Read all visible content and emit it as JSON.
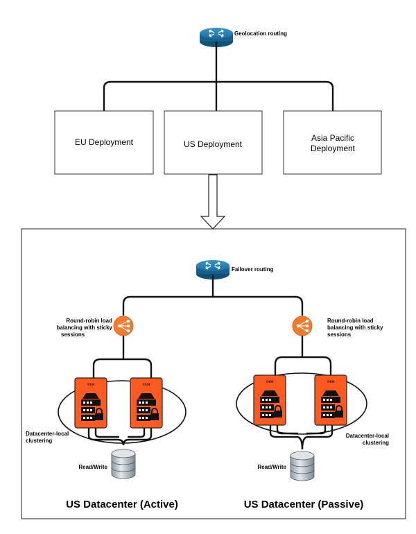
{
  "top": {
    "router_label": "Geolocation routing"
  },
  "deployments": {
    "eu": "EU Deployment",
    "us": "US Deployment",
    "apac_line1": "Asia Pacific",
    "apac_line2": "Deployment"
  },
  "detail": {
    "failover_label": "Failover routing",
    "lb_left": {
      "line1": "Round-robin load",
      "line2": "balancing with sticky",
      "line3": "sessions"
    },
    "lb_right": {
      "line1": "Round-robin load",
      "line2": "balancing with sticky",
      "line3": "sessions"
    },
    "server_tag": "TAM",
    "cluster_left": {
      "line1": "Datacenter-local",
      "line2": "clustering"
    },
    "cluster_right": {
      "line1": "Datacenter-local",
      "line2": "clustering"
    },
    "db_left": "Read/Write",
    "db_right": "Read/Write",
    "title_left": "US Datacenter (Active)",
    "title_right": "US Datacenter (Passive)"
  },
  "colors": {
    "router": "#1b6f9f",
    "server": "#ff5a1f",
    "lb": "#f47a2c",
    "db": "#b9c3cc"
  }
}
